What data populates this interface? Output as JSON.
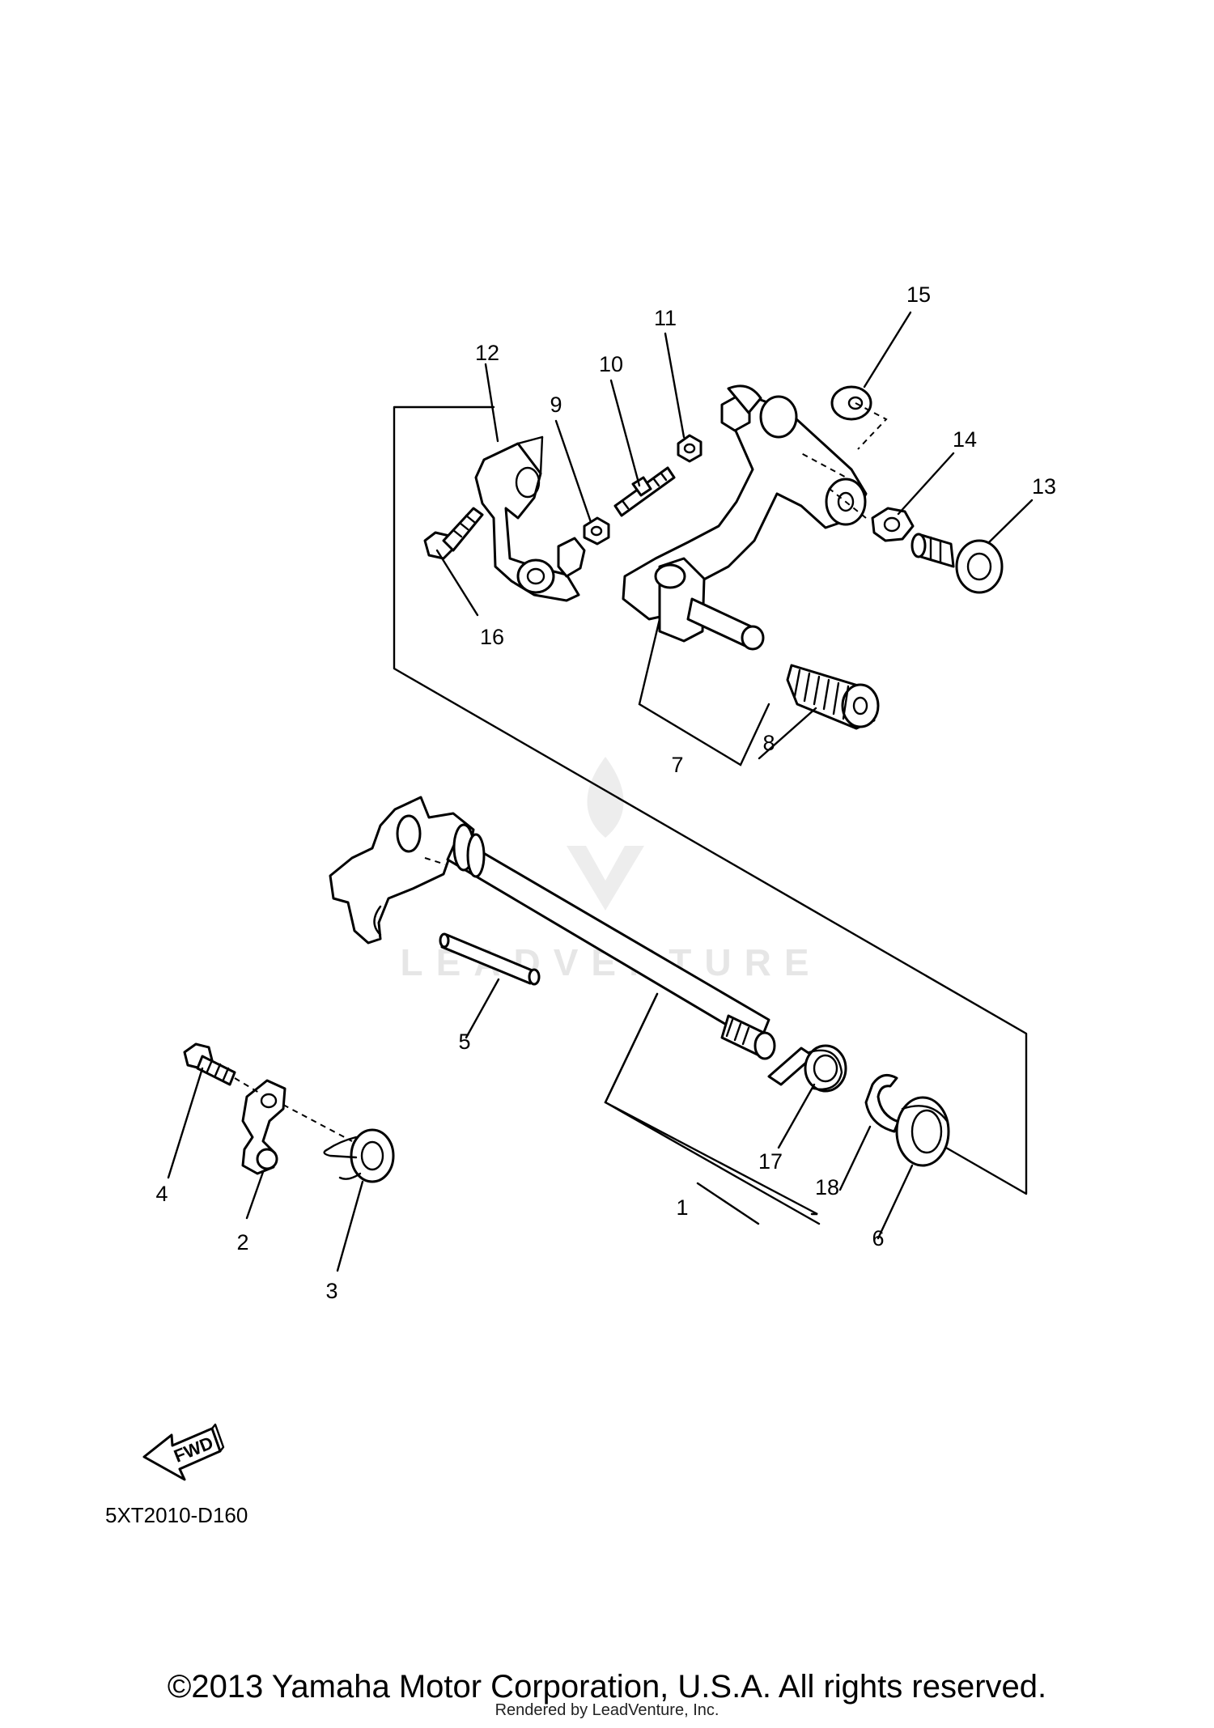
{
  "diagram": {
    "code": "5XT2010-D160",
    "fwd_label": "FWD",
    "watermark": "LEADVENTURE",
    "copyright": "©2013 Yamaha Motor Corporation, U.S.A. All rights reserved.",
    "rendered_by": "Rendered by LeadVenture, Inc."
  },
  "callouts": [
    "1",
    "2",
    "3",
    "4",
    "5",
    "6",
    "7",
    "8",
    "9",
    "10",
    "11",
    "12",
    "13",
    "14",
    "15",
    "16",
    "17",
    "18"
  ]
}
